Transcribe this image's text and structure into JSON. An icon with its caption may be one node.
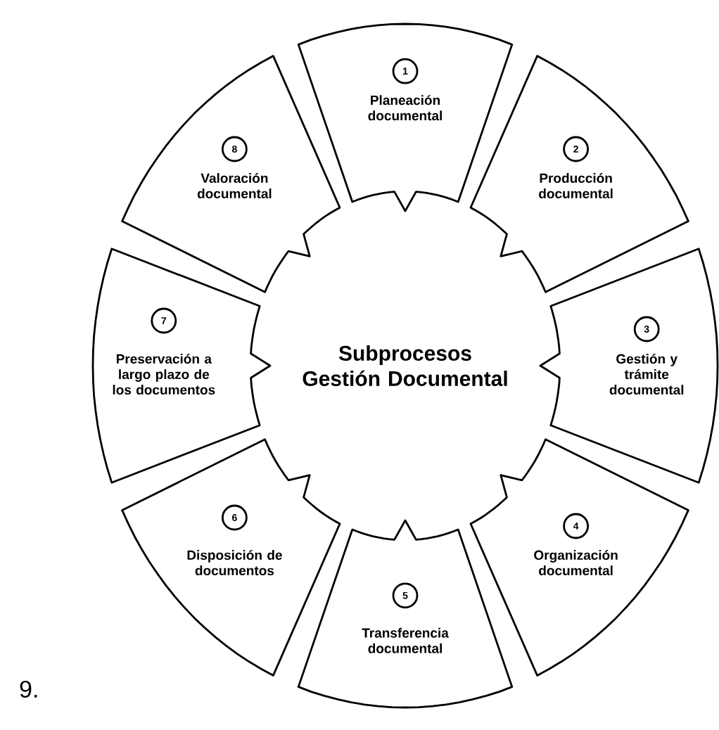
{
  "diagram": {
    "title": "Subprocesos Gestión Documental",
    "nodes": [
      {
        "text": [
          "1",
          "Planeación documental"
        ]
      },
      {
        "text": [
          "2",
          "Producción documental"
        ]
      },
      {
        "text": [
          "3",
          "Gestión y trámite documental"
        ]
      },
      {
        "text": [
          "4",
          "Organización documental"
        ]
      },
      {
        "text": [
          "5",
          "Transferencia documental"
        ]
      },
      {
        "text": [
          "6",
          "Disposición de documentos"
        ]
      },
      {
        "text": [
          "7",
          "Preservación a largo plazo de los documentos"
        ]
      },
      {
        "text": [
          "8",
          "Valoración documental"
        ]
      }
    ],
    "labels": [
      "9."
    ]
  }
}
